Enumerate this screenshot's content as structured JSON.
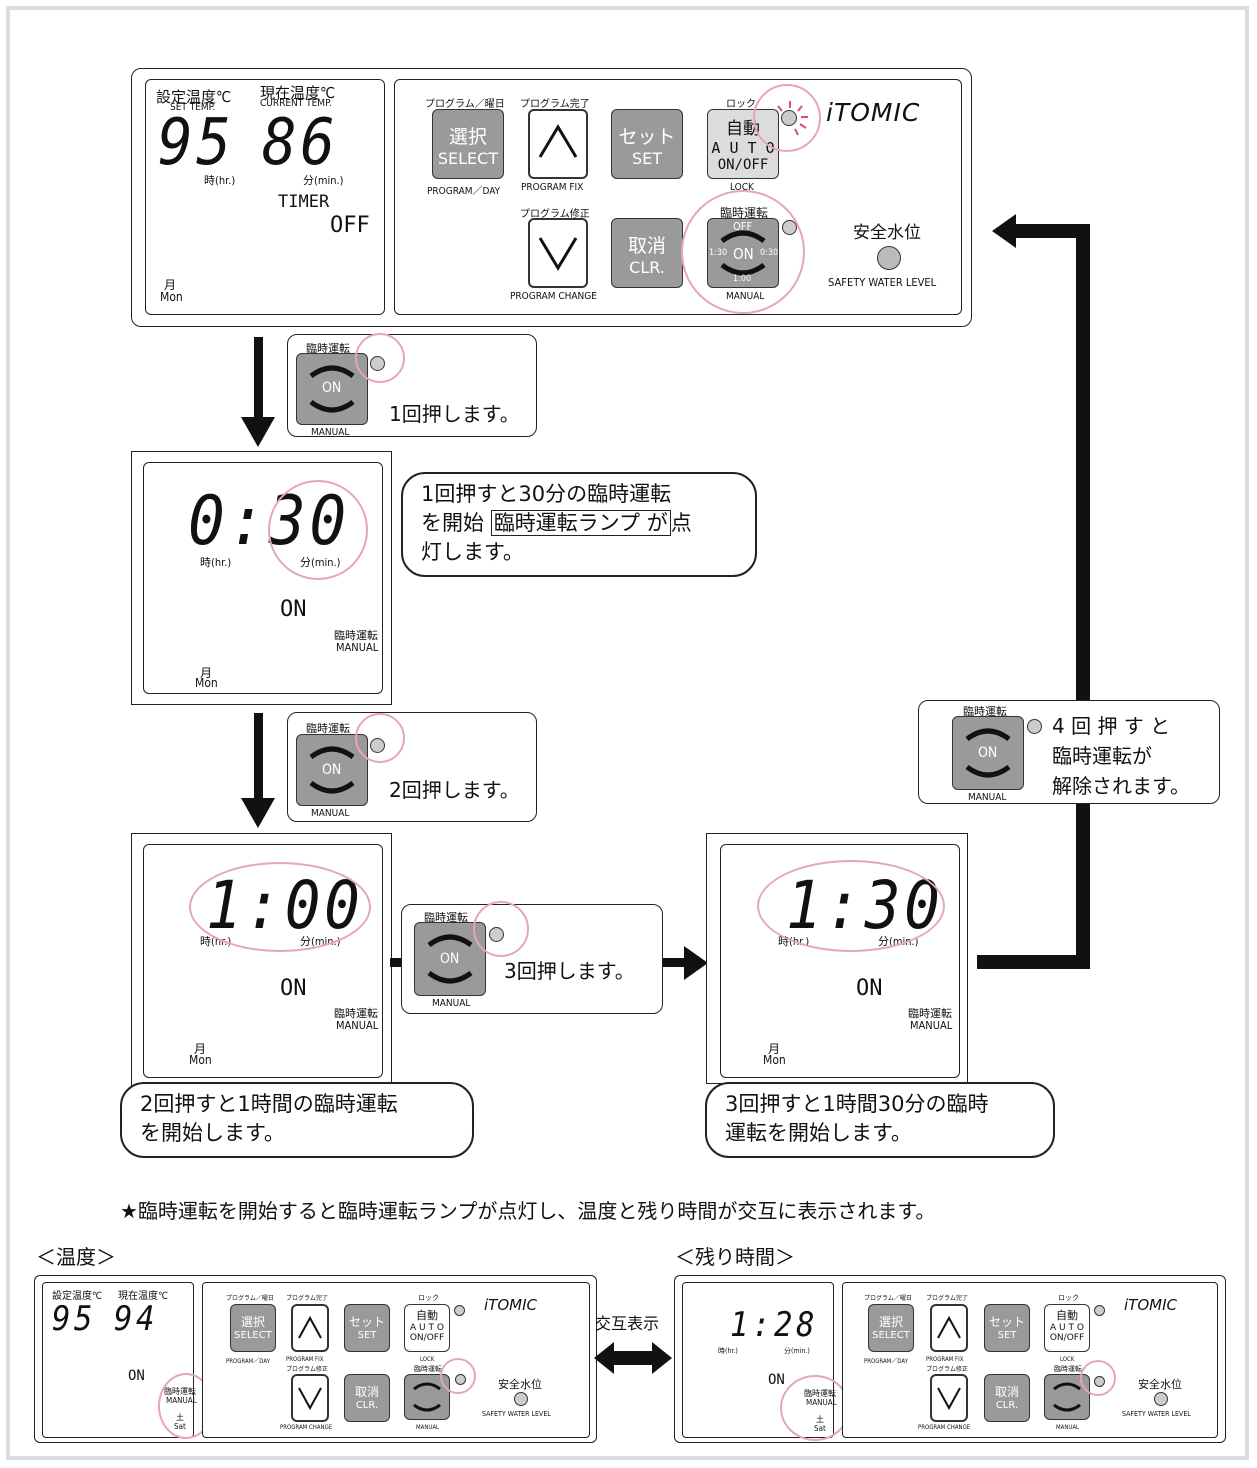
{
  "colors": {
    "highlight": "#e6a3c7",
    "button_gray": "#9a9a9a",
    "background": "#ffffff",
    "frame": "#dcdcdc"
  },
  "panel": {
    "set_temp_jp": "設定温度℃",
    "set_temp_en": "SET TEMP.",
    "cur_temp_jp": "現在温度℃",
    "cur_temp_en": "CURRENT TEMP.",
    "set_val": "95",
    "cur_val": "86",
    "hr": "時(hr.)",
    "min": "分(min.)",
    "timer": "TIMER",
    "timer_state": "OFF",
    "day_jp": "月",
    "day_en": "Mon",
    "prog_day_top": "プログラム／曜日",
    "select_jp": "選択",
    "select_en": "SELECT",
    "prog_day_bottom": "PROGRAM／DAY",
    "prog_fix_top": "プログラム完了",
    "prog_fix_bottom": "PROGRAM FIX",
    "set_jp": "セット",
    "set_en": "SET",
    "lock_top": "ロック",
    "auto_jp": "自動",
    "auto_en": "A U T O",
    "auto_onoff": "ON/OFF",
    "lock_bottom": "LOCK",
    "brand": "iTOMIC",
    "prog_change_top": "プログラム修正",
    "prog_change_bottom": "PROGRAM CHANGE",
    "clr_jp": "取消",
    "clr_en": "CLR.",
    "manual_top": "臨時運転",
    "manual_bottom": "MANUAL",
    "dial_off": "OFF",
    "dial_on": "ON",
    "dial_130": "1:30",
    "dial_030": "0:30",
    "dial_100": "1:00",
    "safety_jp": "安全水位",
    "safety_en": "SAFETY WATER LEVEL"
  },
  "steps": {
    "press1": "1回押します。",
    "press2": "2回押します。",
    "press3": "3回押します。",
    "press4_l1": "4 回 押 す と",
    "press4_l2": "臨時運転が",
    "press4_l3": "解除されます。",
    "screen1_time": "0:30",
    "screen2_time": "1:00",
    "screen3_time": "1:30",
    "on": "ON",
    "manual_jp": "臨時運転",
    "manual_en": "MANUAL",
    "note1_l1": "1回押すと30分の臨時運転",
    "note1_l2a": "を開始 ",
    "note1_box": "臨時運転ランプ が",
    "note1_l2b": "点",
    "note1_l3": "灯します。",
    "note2_l1": "2回押すと1時間の臨時運転",
    "note2_l2": "を開始します。",
    "note3_l1": "3回押すと1時間30分の臨時",
    "note3_l2": "運転を開始します。"
  },
  "footer": {
    "star_note": "★臨時運転を開始すると臨時運転ランプが点灯し、温度と残り時間が交互に表示されます。",
    "temp_label": "＜温度＞",
    "remain_label": "＜残り時間＞",
    "alternate": "交互表示",
    "temp_set": "95",
    "temp_cur": "94",
    "remain_time": "1:28",
    "day_jp": "土",
    "day_en": "Sat"
  }
}
